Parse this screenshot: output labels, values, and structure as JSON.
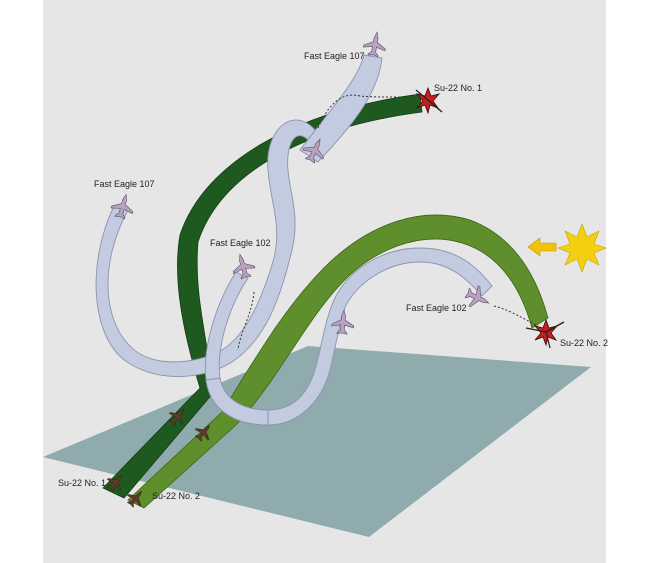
{
  "labels": {
    "fast_eagle_107_top": "Fast Eagle 107",
    "fast_eagle_107_left": "Fast Eagle 107",
    "fast_eagle_102_mid": "Fast Eagle 102",
    "fast_eagle_102_right": "Fast Eagle 102",
    "su22_no1_top": "Su-22 No. 1",
    "su22_no2_right": "Su-22 No. 2",
    "su22_no1_bottom": "Su-22 No. 1",
    "su22_no2_bottom": "Su-22 No. 2"
  },
  "colors": {
    "background": "#e6e6e6",
    "ground": "#8fabae",
    "su22_no1_path": "#1e5a1f",
    "su22_no2_path": "#5f8f2c",
    "fast_eagle_path": "#c2cbe0",
    "fast_eagle_path_edge": "#8b94ad",
    "fast_eagle_jet": "#b7a2bf",
    "su22_jet": "#5e3a2e",
    "explosion": "#c71f1f",
    "sun": "#f3cf11",
    "sun_arrow": "#f0c20a"
  },
  "icons": {
    "sun": "sun-icon",
    "arrow": "arrow-left-icon",
    "explosion": "explosion-icon",
    "fighter": "fighter-jet-icon"
  }
}
